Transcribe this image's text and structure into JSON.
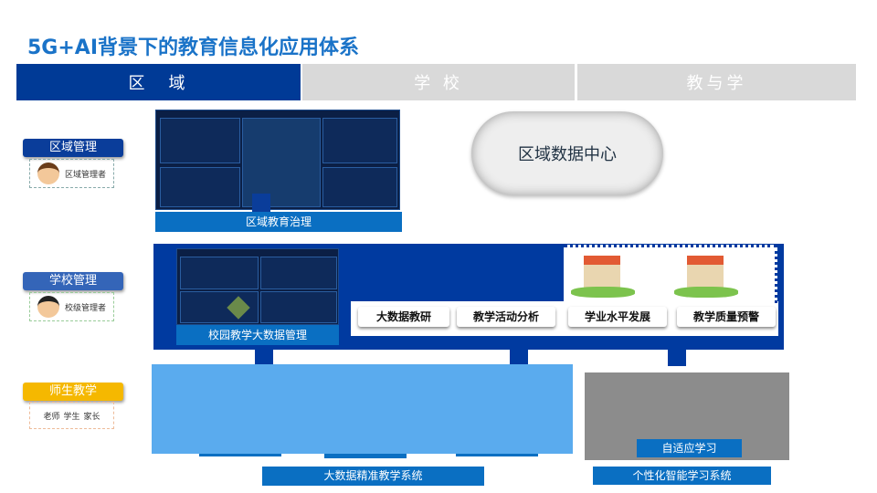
{
  "title": "5G+AI背景下的教育信息化应用体系",
  "tabs": [
    {
      "label": "区　域"
    },
    {
      "label": "学 校"
    },
    {
      "label": "教与学"
    }
  ],
  "roles": [
    {
      "label": "区域管理",
      "person": "区域管理者",
      "color": "#0a3d9a"
    },
    {
      "label": "学校管理",
      "person": "校级管理者",
      "color": "#3465b8"
    },
    {
      "label": "师生教学",
      "persons": [
        "老师",
        "学生",
        "家长"
      ],
      "color": "#f5b800"
    }
  ],
  "region": {
    "dashboard_label": "区域教育治理",
    "cloud_label": "区域数据中心"
  },
  "school": {
    "dashboard_label": "校园教学大数据管理",
    "cards": [
      "大数据教研",
      "教学活动分析",
      "学业水平发展",
      "教学质量预警"
    ]
  },
  "teaching": {
    "system1": "大数据精准教学系统",
    "adaptive": "自适应学习",
    "system2": "个性化智能学习系统"
  },
  "colors": {
    "primary": "#003aa0",
    "light": "#5aabee",
    "gray": "#8c8c8c",
    "label": "#0a6fc2"
  }
}
